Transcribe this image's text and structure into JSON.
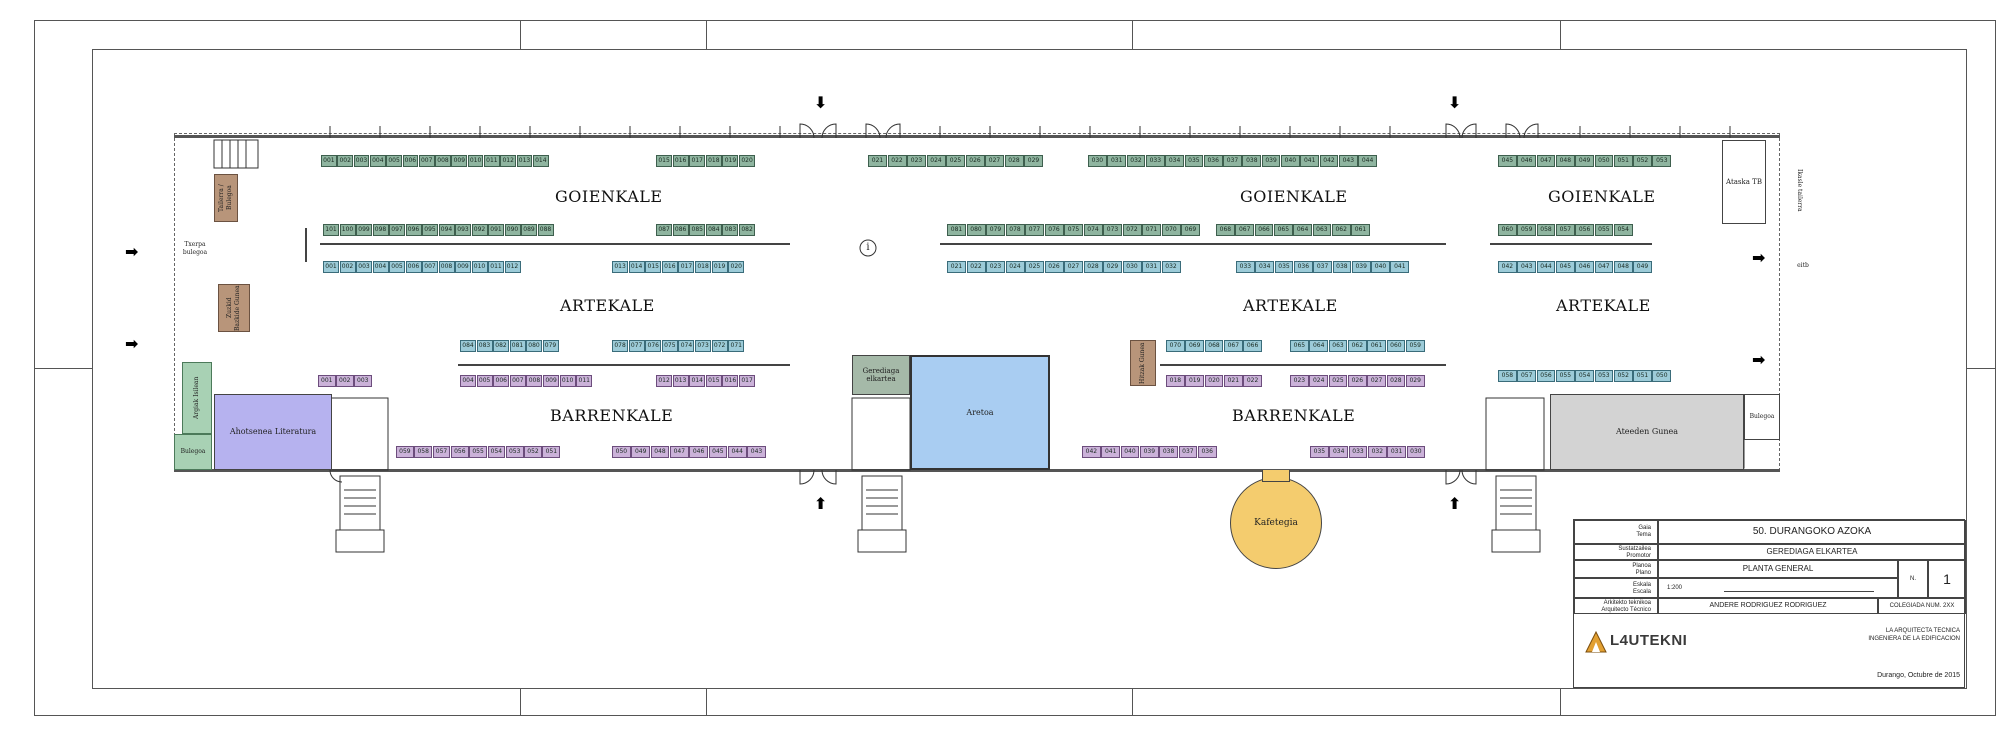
{
  "plan": {
    "streets": [
      {
        "key": "goienkale_1",
        "label": "GOIENKALE"
      },
      {
        "key": "goienkale_2",
        "label": "GOIENKALE"
      },
      {
        "key": "goienkale_3",
        "label": "GOIENKALE"
      },
      {
        "key": "artekale_1",
        "label": "ARTEKALE"
      },
      {
        "key": "artekale_2",
        "label": "ARTEKALE"
      },
      {
        "key": "artekale_3",
        "label": "ARTEKALE"
      },
      {
        "key": "barrenkale_1",
        "label": "BARRENKALE"
      },
      {
        "key": "barrenkale_2",
        "label": "BARRENKALE"
      }
    ],
    "rooms": {
      "tailerra": "Tailerra / Bulegoa",
      "zuzkid": "Zuzkid Bazkide Gunea",
      "txerpa": "Txerpa bulegoa",
      "arrast": "Argiak Isilean",
      "bulegoa_left": "Bulegoa",
      "ahotsenea": "Ahotsenea Literatura",
      "gerediaga": "Gerediaga elkartea",
      "aretoa": "Aretoa",
      "hitzak": "Hitzak Gunea",
      "kafetegia": "Kafetegia",
      "ataska": "Ataska TB",
      "ikasle": "Ikasle tailerra",
      "bulegoa_right": "Bulegoa",
      "ateeden": "Ateeden Gunea",
      "eitb": "eitb",
      "info": "i"
    },
    "rows": [
      {
        "key": "r1a",
        "color": "green",
        "stalls": [
          "001",
          "002",
          "003",
          "004",
          "005",
          "006",
          "007",
          "008",
          "009",
          "010",
          "011",
          "012",
          "013",
          "014"
        ]
      },
      {
        "key": "r1b",
        "color": "green",
        "stalls": [
          "015",
          "016",
          "017",
          "018",
          "019",
          "020"
        ]
      },
      {
        "key": "r1c",
        "color": "green",
        "stalls": [
          "021",
          "022",
          "023",
          "024",
          "025",
          "026",
          "027",
          "028",
          "029"
        ]
      },
      {
        "key": "r1d",
        "color": "green",
        "stalls": [
          "030",
          "031",
          "032",
          "033",
          "034",
          "035",
          "036",
          "037",
          "038",
          "039",
          "040",
          "041",
          "042",
          "043",
          "044"
        ]
      },
      {
        "key": "r1e",
        "color": "green",
        "stalls": [
          "045",
          "046",
          "047",
          "048",
          "049",
          "050",
          "051",
          "052",
          "053"
        ]
      },
      {
        "key": "r2a",
        "color": "green",
        "stalls": [
          "101",
          "100",
          "099",
          "098",
          "097",
          "096",
          "095",
          "094",
          "093",
          "092",
          "091",
          "090",
          "089",
          "088"
        ]
      },
      {
        "key": "r2b",
        "color": "green",
        "stalls": [
          "087",
          "086",
          "085",
          "084",
          "083",
          "082"
        ]
      },
      {
        "key": "r2c",
        "color": "green",
        "stalls": [
          "081",
          "080",
          "079",
          "078",
          "077",
          "076",
          "075",
          "074",
          "073",
          "072",
          "071",
          "070",
          "069"
        ]
      },
      {
        "key": "r2d",
        "color": "green",
        "stalls": [
          "068",
          "067",
          "066",
          "065",
          "064",
          "063",
          "062",
          "061"
        ]
      },
      {
        "key": "r2e",
        "color": "green",
        "stalls": [
          "060",
          "059",
          "058",
          "057",
          "056",
          "055",
          "054"
        ]
      },
      {
        "key": "r3a",
        "color": "blue",
        "stalls": [
          "001",
          "002",
          "003",
          "004",
          "005",
          "006",
          "007",
          "008",
          "009",
          "010",
          "011",
          "012"
        ]
      },
      {
        "key": "r3b",
        "color": "blue",
        "stalls": [
          "013",
          "014",
          "015",
          "016",
          "017",
          "018",
          "019",
          "020"
        ]
      },
      {
        "key": "r3c",
        "color": "blue",
        "stalls": [
          "021",
          "022",
          "023",
          "024",
          "025",
          "026",
          "027",
          "028",
          "029",
          "030",
          "031",
          "032"
        ]
      },
      {
        "key": "r3d",
        "color": "blue",
        "stalls": [
          "033",
          "034",
          "035",
          "036",
          "037",
          "038",
          "039",
          "040",
          "041"
        ]
      },
      {
        "key": "r3e",
        "color": "blue",
        "stalls": [
          "042",
          "043",
          "044",
          "045",
          "046",
          "047",
          "048",
          "049"
        ]
      },
      {
        "key": "r4a",
        "color": "blue",
        "stalls": [
          "084",
          "083",
          "082",
          "081",
          "080",
          "079"
        ]
      },
      {
        "key": "r4b",
        "color": "blue",
        "stalls": [
          "078",
          "077",
          "076",
          "075",
          "074",
          "073",
          "072",
          "071"
        ]
      },
      {
        "key": "r4c",
        "color": "blue",
        "stalls": [
          "070",
          "069",
          "068",
          "067",
          "066"
        ]
      },
      {
        "key": "r4d",
        "color": "blue",
        "stalls": [
          "065",
          "064",
          "063",
          "062",
          "061",
          "060",
          "059"
        ]
      },
      {
        "key": "r5a",
        "color": "violet",
        "stalls": [
          "001",
          "002",
          "003"
        ]
      },
      {
        "key": "r5b",
        "color": "violet",
        "stalls": [
          "004",
          "005",
          "006",
          "007",
          "008",
          "009",
          "010",
          "011"
        ]
      },
      {
        "key": "r5c",
        "color": "violet",
        "stalls": [
          "012",
          "013",
          "014",
          "015",
          "016",
          "017"
        ]
      },
      {
        "key": "r5d",
        "color": "violet",
        "stalls": [
          "018",
          "019",
          "020",
          "021",
          "022"
        ]
      },
      {
        "key": "r5e",
        "color": "violet",
        "stalls": [
          "023",
          "024",
          "025",
          "026",
          "027",
          "028",
          "029"
        ]
      },
      {
        "key": "r5f",
        "color": "blue",
        "stalls": [
          "058",
          "057",
          "056",
          "055",
          "054",
          "053",
          "052",
          "051",
          "050"
        ]
      },
      {
        "key": "r6a",
        "color": "violet",
        "stalls": [
          "059",
          "058",
          "057",
          "056",
          "055",
          "054",
          "053",
          "052",
          "051"
        ]
      },
      {
        "key": "r6b",
        "color": "violet",
        "stalls": [
          "050",
          "049",
          "048",
          "047",
          "046",
          "045",
          "044",
          "043"
        ]
      },
      {
        "key": "r6c",
        "color": "violet",
        "stalls": [
          "042",
          "041",
          "040",
          "039",
          "038",
          "037",
          "036"
        ]
      },
      {
        "key": "r6d",
        "color": "violet",
        "stalls": [
          "035",
          "034",
          "033",
          "032",
          "031",
          "030"
        ]
      }
    ]
  },
  "title_block": {
    "gaia_label": "Gaia\nTema",
    "gaia_value": "50. DURANGOKO AZOKA",
    "sustatzailea_label": "Sustatzailea\nPromotor",
    "sustatzailea_value": "GEREDIAGA ELKARTEA",
    "planoa_label": "Planoa\nPlano",
    "planoa_value": "PLANTA GENERAL",
    "eskala_label": "Eskala\nEscala",
    "eskala_value": "1:200",
    "zenbakia_label": "N.",
    "zenbakia_value": "1",
    "arkitekto_label": "Arkitekto teknikoa\nArquitecto Técnico",
    "arkitekto_value": "ANDERE RODRIGUEZ RODRIGUEZ",
    "colegiada": "COLEGIADA NUM. 2XX",
    "logo_text": "L4UTEKNI",
    "firm_line1": "LA ARQUITECTA TECNICA",
    "firm_line2": "INGENIERA DE LA EDIFICACION",
    "date": "Durango,  Octubre de 2015"
  },
  "colors": {
    "green": "#8fb5a0",
    "blue": "#9ccbd8",
    "violet": "#cbb2d9",
    "brown": "#b8957a",
    "aretoa": "#a9cdf2",
    "ahotsenea": "#b6b2ef",
    "kafetegia": "#f4cc6e",
    "gray": "#d3d3d3",
    "gerediaga": "#a5b9a8",
    "left_green": "#a8d1b4"
  }
}
